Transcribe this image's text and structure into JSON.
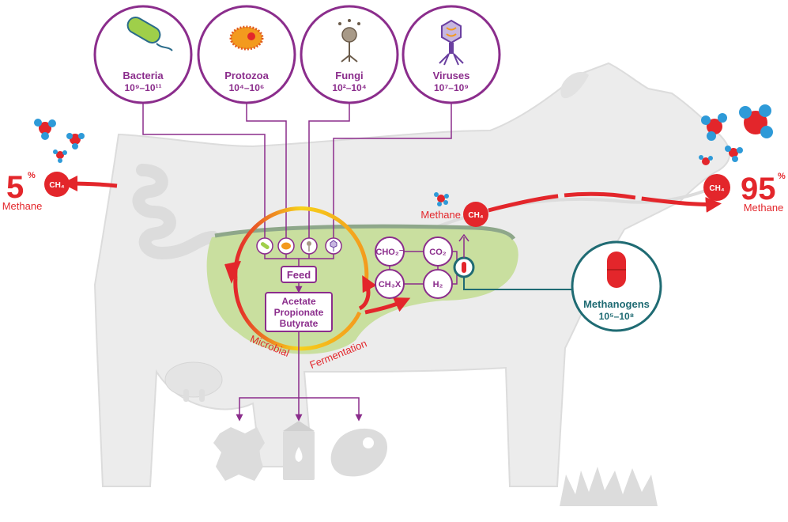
{
  "microbes": [
    {
      "name": "Bacteria",
      "count": "10⁹–10¹¹",
      "icon": "bacteria-icon"
    },
    {
      "name": "Protozoa",
      "count": "10⁴–10⁶",
      "icon": "protozoa-icon"
    },
    {
      "name": "Fungi",
      "count": "10²–10⁴",
      "icon": "fungi-icon"
    },
    {
      "name": "Viruses",
      "count": "10⁷–10⁹",
      "icon": "virus-icon"
    }
  ],
  "feed_label": "Feed",
  "vfa": [
    "Acetate",
    "Propionate",
    "Butyrate"
  ],
  "cycle_labels": [
    "Microbial",
    "Fermentation"
  ],
  "intermediates": [
    "CHO₂⁻",
    "CO₂",
    "CH₃X",
    "H₂"
  ],
  "methane_inner_label": "Methane",
  "ch4": "CH₄",
  "left_pct": "5",
  "left_label": "Methane",
  "right_pct": "95",
  "right_label": "Methane",
  "percent_sign": "%",
  "methanogens": {
    "name": "Methanogens",
    "count": "10⁵–10⁸"
  },
  "products": [
    "leather-icon",
    "milk-carton-icon",
    "meat-icon"
  ],
  "colors": {
    "purple": "#8b2d8c",
    "red": "#e3262b",
    "teal": "#1f6b73",
    "cow": "#ececec",
    "rumen": "#c9df9f",
    "orange": "#f39a1e",
    "yellow": "#f7d21a",
    "blue": "#2e9ad8"
  }
}
